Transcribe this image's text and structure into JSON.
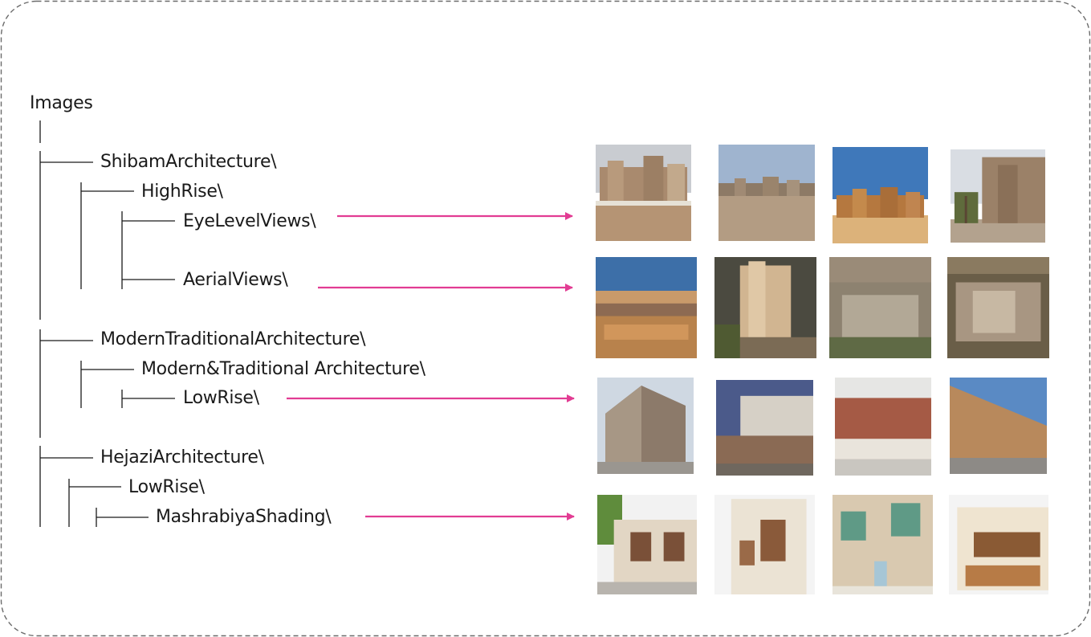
{
  "tree": {
    "root": "Images",
    "nodes": [
      {
        "label": "ShibamArchitecture\\"
      },
      {
        "label": "HighRise\\"
      },
      {
        "label": "EyeLevelViews\\"
      },
      {
        "label": "AerialViews\\"
      },
      {
        "label": "ModernTraditionalArchitecture\\"
      },
      {
        "label": "Modern&Traditional Architecture\\"
      },
      {
        "label": "LowRise\\"
      },
      {
        "label": "HejaziArchitecture\\"
      },
      {
        "label": "LowRise\\"
      },
      {
        "label": "MashrabiyaShading\\"
      }
    ]
  },
  "colors": {
    "arrow": "#e23c93",
    "tree_line": "#1a1a1a",
    "frame": "#6b6b6b"
  },
  "photo_rows": [
    {
      "target": "EyeLevelViews\\",
      "photos": [
        "shibam-eye-level-1",
        "shibam-eye-level-2",
        "shibam-eye-level-3",
        "shibam-eye-level-4"
      ]
    },
    {
      "target": "AerialViews\\",
      "photos": [
        "shibam-aerial-1",
        "shibam-aerial-2",
        "shibam-aerial-3",
        "shibam-aerial-4"
      ]
    },
    {
      "target": "LowRise\\",
      "photos": [
        "modern-lowrise-1",
        "modern-lowrise-2",
        "modern-lowrise-3",
        "modern-lowrise-4"
      ]
    },
    {
      "target": "MashrabiyaShading\\",
      "photos": [
        "mashrabiya-1",
        "mashrabiya-2",
        "mashrabiya-3",
        "mashrabiya-4"
      ]
    }
  ]
}
